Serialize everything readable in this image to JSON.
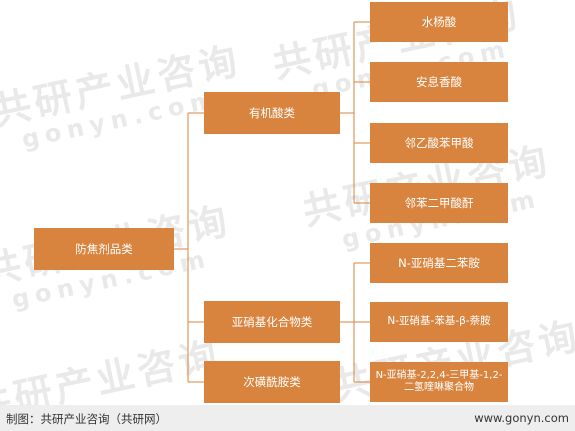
{
  "root": {
    "label": "防焦剂品类"
  },
  "categories": [
    {
      "label": "有机酸类"
    },
    {
      "label": "亚硝基化合物类"
    },
    {
      "label": "次磺酰胺类"
    }
  ],
  "items": [
    {
      "label": "水杨酸"
    },
    {
      "label": "安息香酸"
    },
    {
      "label": "邻乙酸苯甲酸"
    },
    {
      "label": "邻苯二甲酸酐"
    },
    {
      "label": "N-亚硝基二苯胺"
    },
    {
      "label": "N-亚硝基-苯基-β-萘胺"
    },
    {
      "label": "N-亚硝基-2,2,4-三甲基-1,2-二氢喹啉聚合物"
    }
  ],
  "footer": {
    "source": "制图：共研产业咨询（共研网）",
    "url": "www.gonyn.com"
  },
  "watermark": {
    "title": "共研产业咨询",
    "url": "gonyn.com"
  },
  "colors": {
    "box": "#d8843e",
    "line": "#d8843e"
  }
}
